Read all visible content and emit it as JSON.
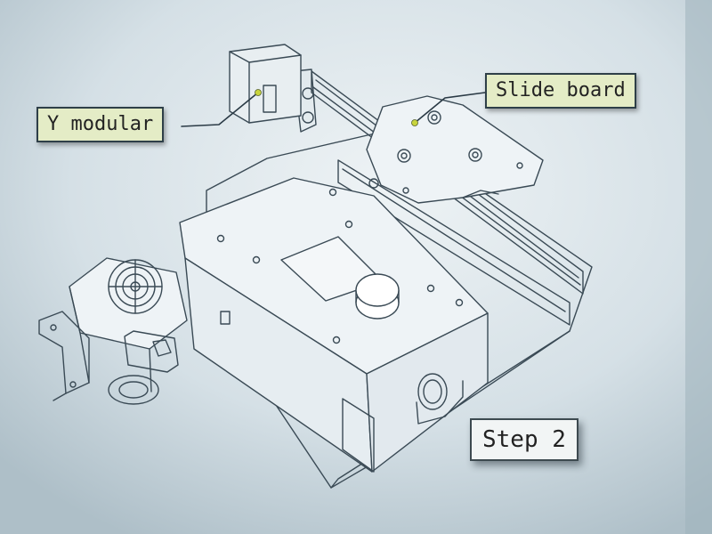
{
  "labels": {
    "y_modular": "Y modular",
    "slide_board": "Slide board",
    "step": "Step 2"
  },
  "colors": {
    "paper": "#d6e1e6",
    "line": "#3a4a55",
    "callout_fill": "#e4ecc6",
    "marker": "#c8d43c"
  }
}
